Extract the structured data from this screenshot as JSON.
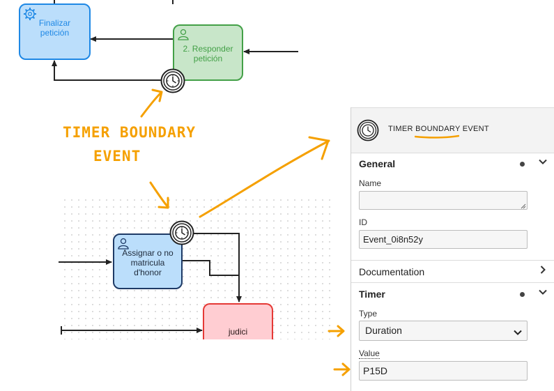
{
  "diagram": {
    "tasks": {
      "finalizar": {
        "label": "Finalizar\npetición",
        "icon": "gear-icon"
      },
      "responder": {
        "label": "2. Responder\npetición",
        "icon": "user-icon"
      },
      "assignar": {
        "label": "Assignar o no\nmatricula\nd'honor",
        "icon": "user-icon"
      },
      "judici": {
        "label": "judici"
      }
    },
    "annotation": {
      "line1": "TIMER BOUNDARY",
      "line2": "EVENT",
      "color": "#f5a000"
    }
  },
  "panel": {
    "header": {
      "title": "TIMER BOUNDARY EVENT",
      "icon": "timer-icon"
    },
    "general": {
      "title": "General",
      "name_label": "Name",
      "name_value": "",
      "id_label": "ID",
      "id_value": "Event_0i8n52y"
    },
    "documentation": {
      "title": "Documentation"
    },
    "timer": {
      "title": "Timer",
      "type_label": "Type",
      "type_value": "Duration",
      "value_label": "Value",
      "value_value": "P15D"
    }
  }
}
